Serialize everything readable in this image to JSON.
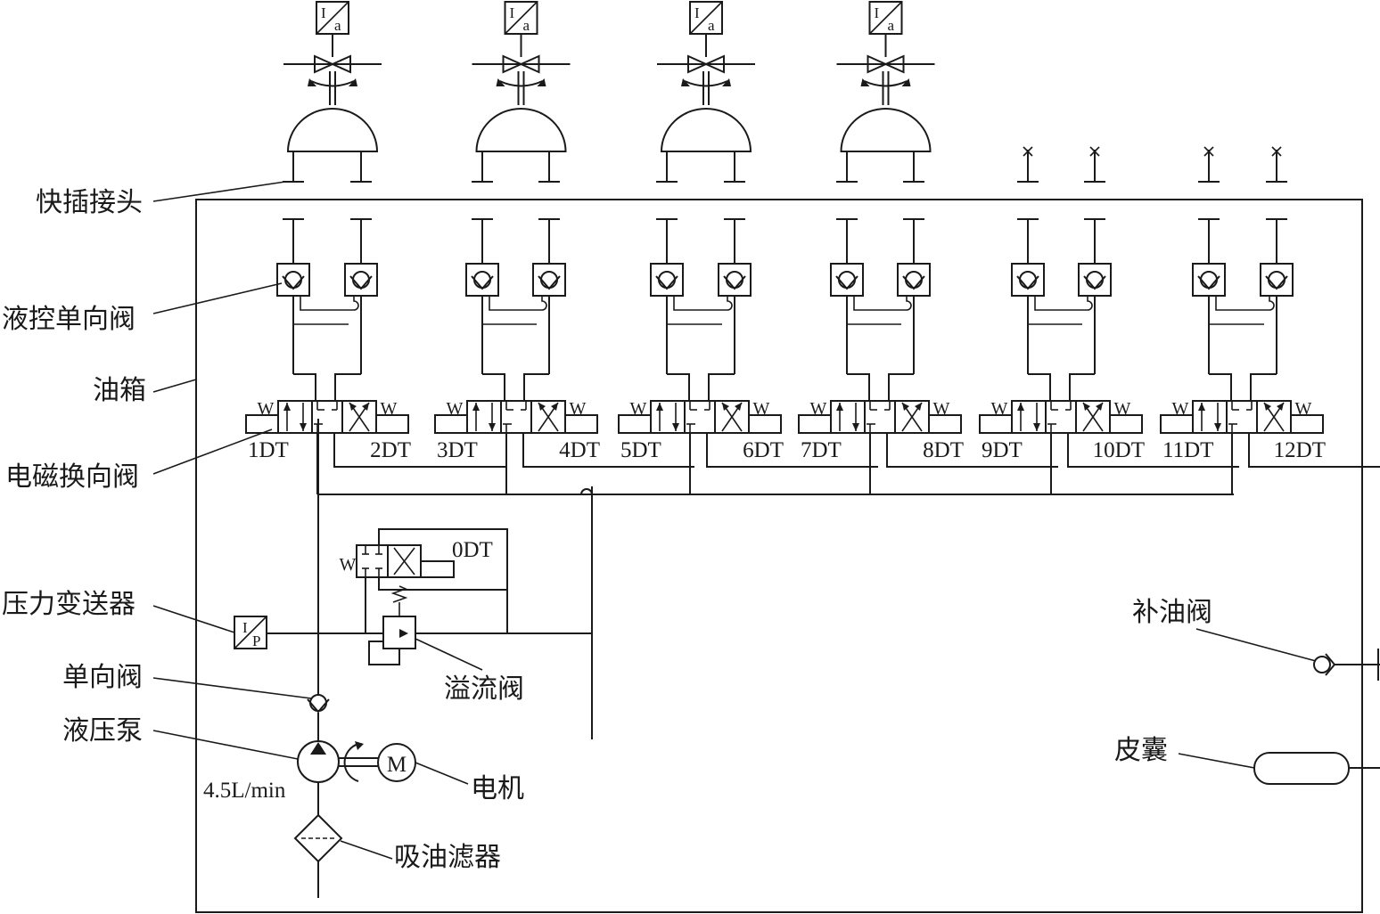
{
  "labels": {
    "quick_connector": "快插接头",
    "pilot_check_valve": "液控单向阀",
    "oil_tank": "油箱",
    "solenoid_valve": "电磁换向阀",
    "pressure_transmitter": "压力变送器",
    "check_valve": "单向阀",
    "hydraulic_pump": "液压泵",
    "pump_flow": "4.5L/min",
    "motor": "电机",
    "suction_filter": "吸油滤器",
    "relief_valve": "溢流阀",
    "refill_valve": "补油阀",
    "bladder": "皮囊",
    "unload_coil": "0DT"
  },
  "symbols": {
    "actuator_transducer": [
      "I",
      "a"
    ],
    "pressure_transducer": [
      "I",
      "P"
    ],
    "motor_letter": "M",
    "spring": "W"
  },
  "coils": [
    [
      "1DT",
      "2DT"
    ],
    [
      "3DT",
      "4DT"
    ],
    [
      "5DT",
      "6DT"
    ],
    [
      "7DT",
      "8DT"
    ],
    [
      "9DT",
      "10DT"
    ],
    [
      "11DT",
      "12DT"
    ]
  ],
  "actuator_count": 4,
  "spare_ports": 2
}
